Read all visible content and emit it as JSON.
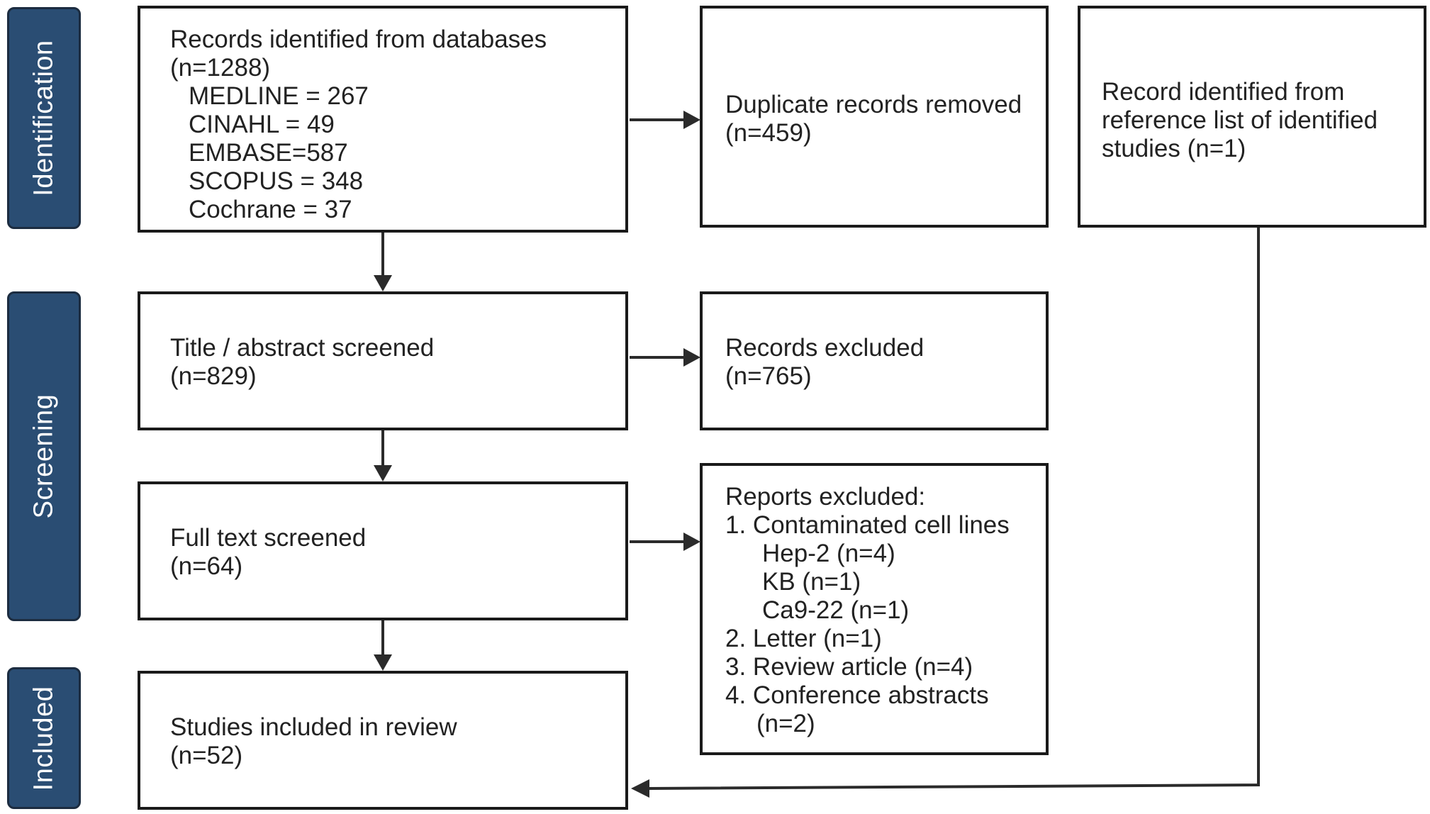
{
  "phases": {
    "identification": "Identification",
    "screening": "Screening",
    "included": "Included"
  },
  "boxes": {
    "records_identified": {
      "title": "Records identified from databases",
      "count": "(n=1288)",
      "sources": [
        "MEDLINE = 267",
        "CINAHL = 49",
        "EMBASE=587",
        "SCOPUS = 348",
        "Cochrane = 37"
      ]
    },
    "duplicates_removed": {
      "title": "Duplicate records removed",
      "count": "(n=459)"
    },
    "reference_list": {
      "lines": [
        "Record identified from",
        "reference list of identified",
        "studies (n=1)"
      ]
    },
    "title_abstract": {
      "title": "Title / abstract screened",
      "count": "(n=829)"
    },
    "records_excluded": {
      "title": "Records excluded",
      "count": "(n=765)"
    },
    "full_text": {
      "title": "Full text screened",
      "count": "(n=64)"
    },
    "reports_excluded": {
      "title": "Reports excluded:",
      "item1": "1. Contaminated cell lines",
      "cell_lines": [
        "Hep-2 (n=4)",
        "KB (n=1)",
        "Ca9-22 (n=1)"
      ],
      "item2": "2. Letter (n=1)",
      "item3": "3. Review article (n=4)",
      "item4": "4. Conference abstracts",
      "item4_count": "(n=2)"
    },
    "included": {
      "title": "Studies included in review",
      "count": "(n=52)"
    }
  },
  "colors": {
    "phase_fill": "#2a4d73",
    "phase_border": "#1c2c40",
    "line": "#2b2b2b"
  }
}
